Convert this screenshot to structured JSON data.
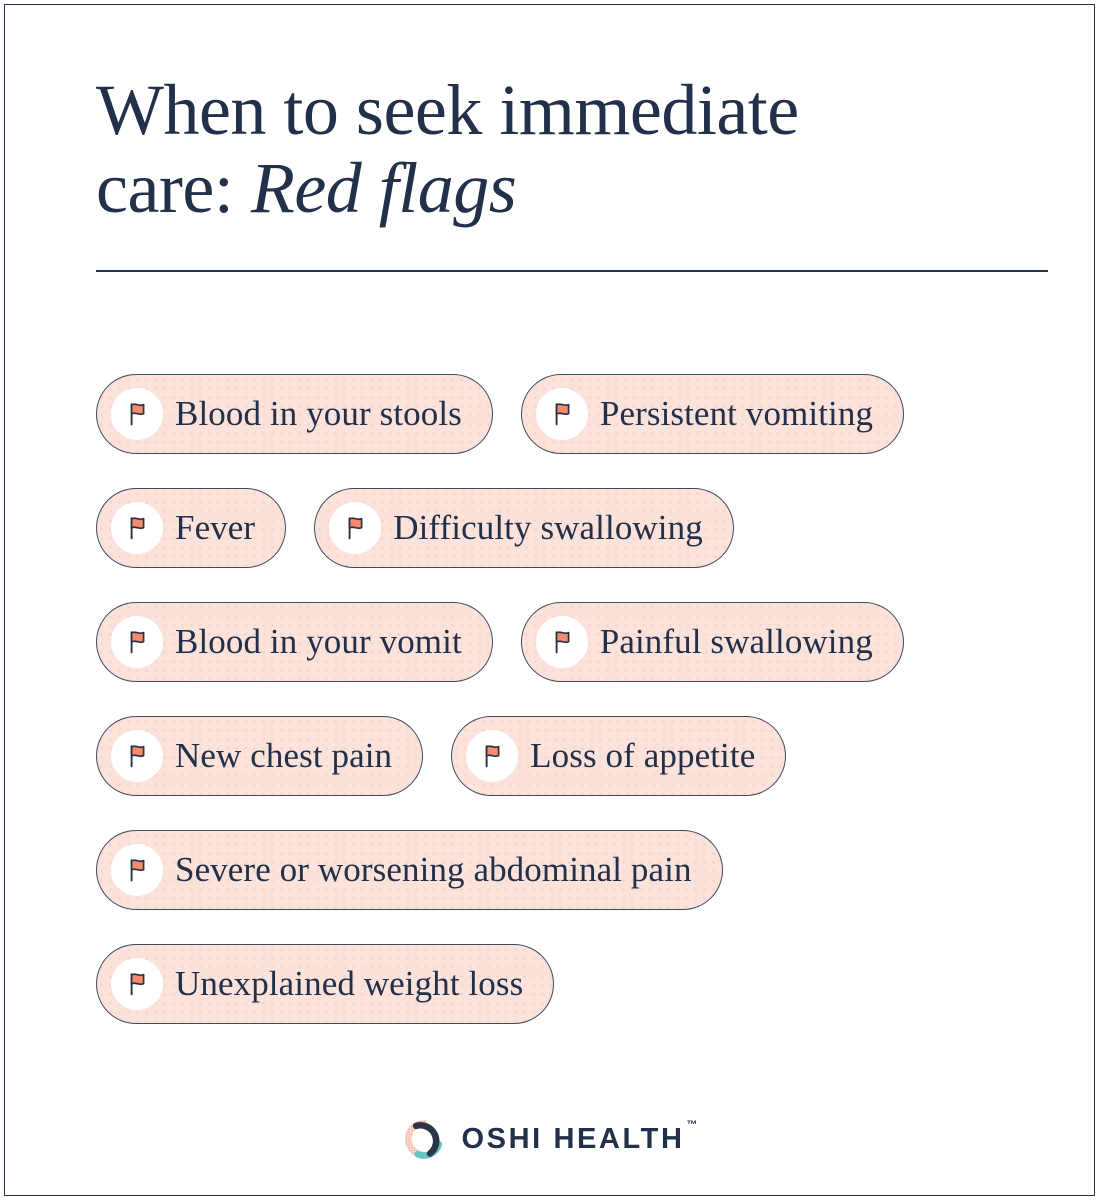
{
  "page": {
    "background_color": "#ffffff",
    "frame_color": "#27334a",
    "text_color": "#22304a"
  },
  "header": {
    "title_line1": "When to seek immediate",
    "title_line2_plain": "care: ",
    "title_line2_italic": "Red flags",
    "divider": true
  },
  "theme": {
    "chip_fill": "#fbe2da",
    "chip_dot": "#f7cfc3",
    "chip_border": "#3e4a60",
    "icon_circle": "#ffffff",
    "flag_color": "#f98a6c",
    "flag_outline": "#2b3447",
    "logo_navy": "#2b3748",
    "logo_teal": "#63c4c0",
    "logo_peach": "#f6cdbd"
  },
  "chips": {
    "icon_name": "red-flag-icon",
    "rows": [
      [
        {
          "label": "Blood in your stools"
        },
        {
          "label": "Persistent vomiting"
        }
      ],
      [
        {
          "label": "Fever"
        },
        {
          "label": "Difficulty swallowing"
        }
      ],
      [
        {
          "label": "Blood in your vomit"
        },
        {
          "label": "Painful swallowing"
        }
      ],
      [
        {
          "label": "New chest pain"
        },
        {
          "label": "Loss of appetite"
        }
      ],
      [
        {
          "label": "Severe or worsening abdominal pain"
        }
      ],
      [
        {
          "label": "Unexplained weight loss"
        }
      ]
    ]
  },
  "footer": {
    "brand_name": "OSHI HEALTH",
    "trademark": "™",
    "logo_icon_name": "oshi-health-ring-logo"
  }
}
